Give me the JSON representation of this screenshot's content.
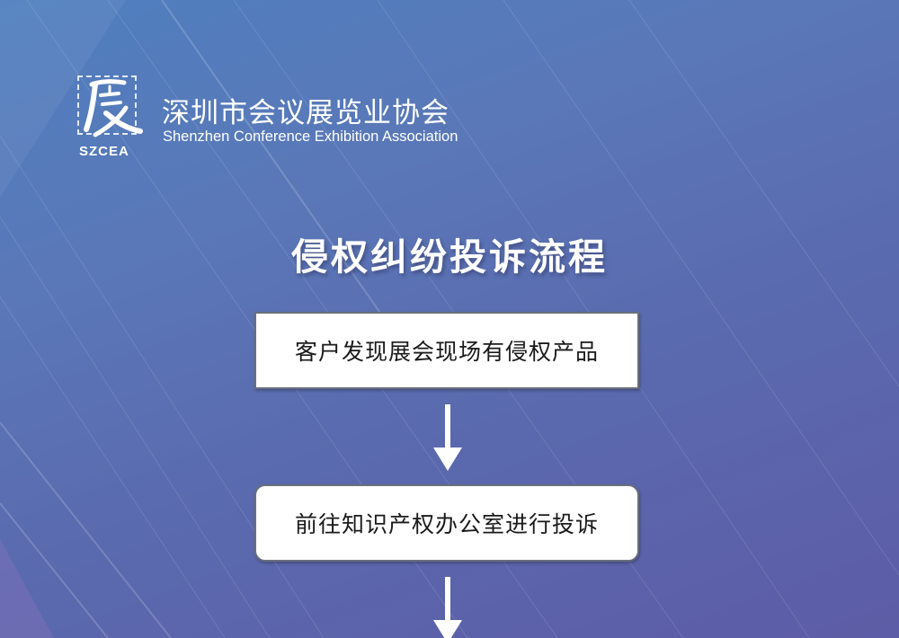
{
  "organization": {
    "logo_abbr": "SZCEA",
    "name_cn": "深圳市会议展览业协会",
    "name_en": "Shenzhen Conference Exhibition Association"
  },
  "title": "侵权纠纷投诉流程",
  "flow": {
    "steps": [
      {
        "label": "客户发现展会现场有侵权产品"
      },
      {
        "label": "前往知识产权办公室进行投诉"
      }
    ],
    "connector_icon": "down-arrow-icon"
  },
  "colors": {
    "background_top": "#4f7fbf",
    "background_bottom": "#5d5ca6",
    "step_fill": "#ffffff",
    "step_border": "#6a6f7c",
    "text_light": "#ffffff",
    "text_dark": "#1a1a1a"
  }
}
